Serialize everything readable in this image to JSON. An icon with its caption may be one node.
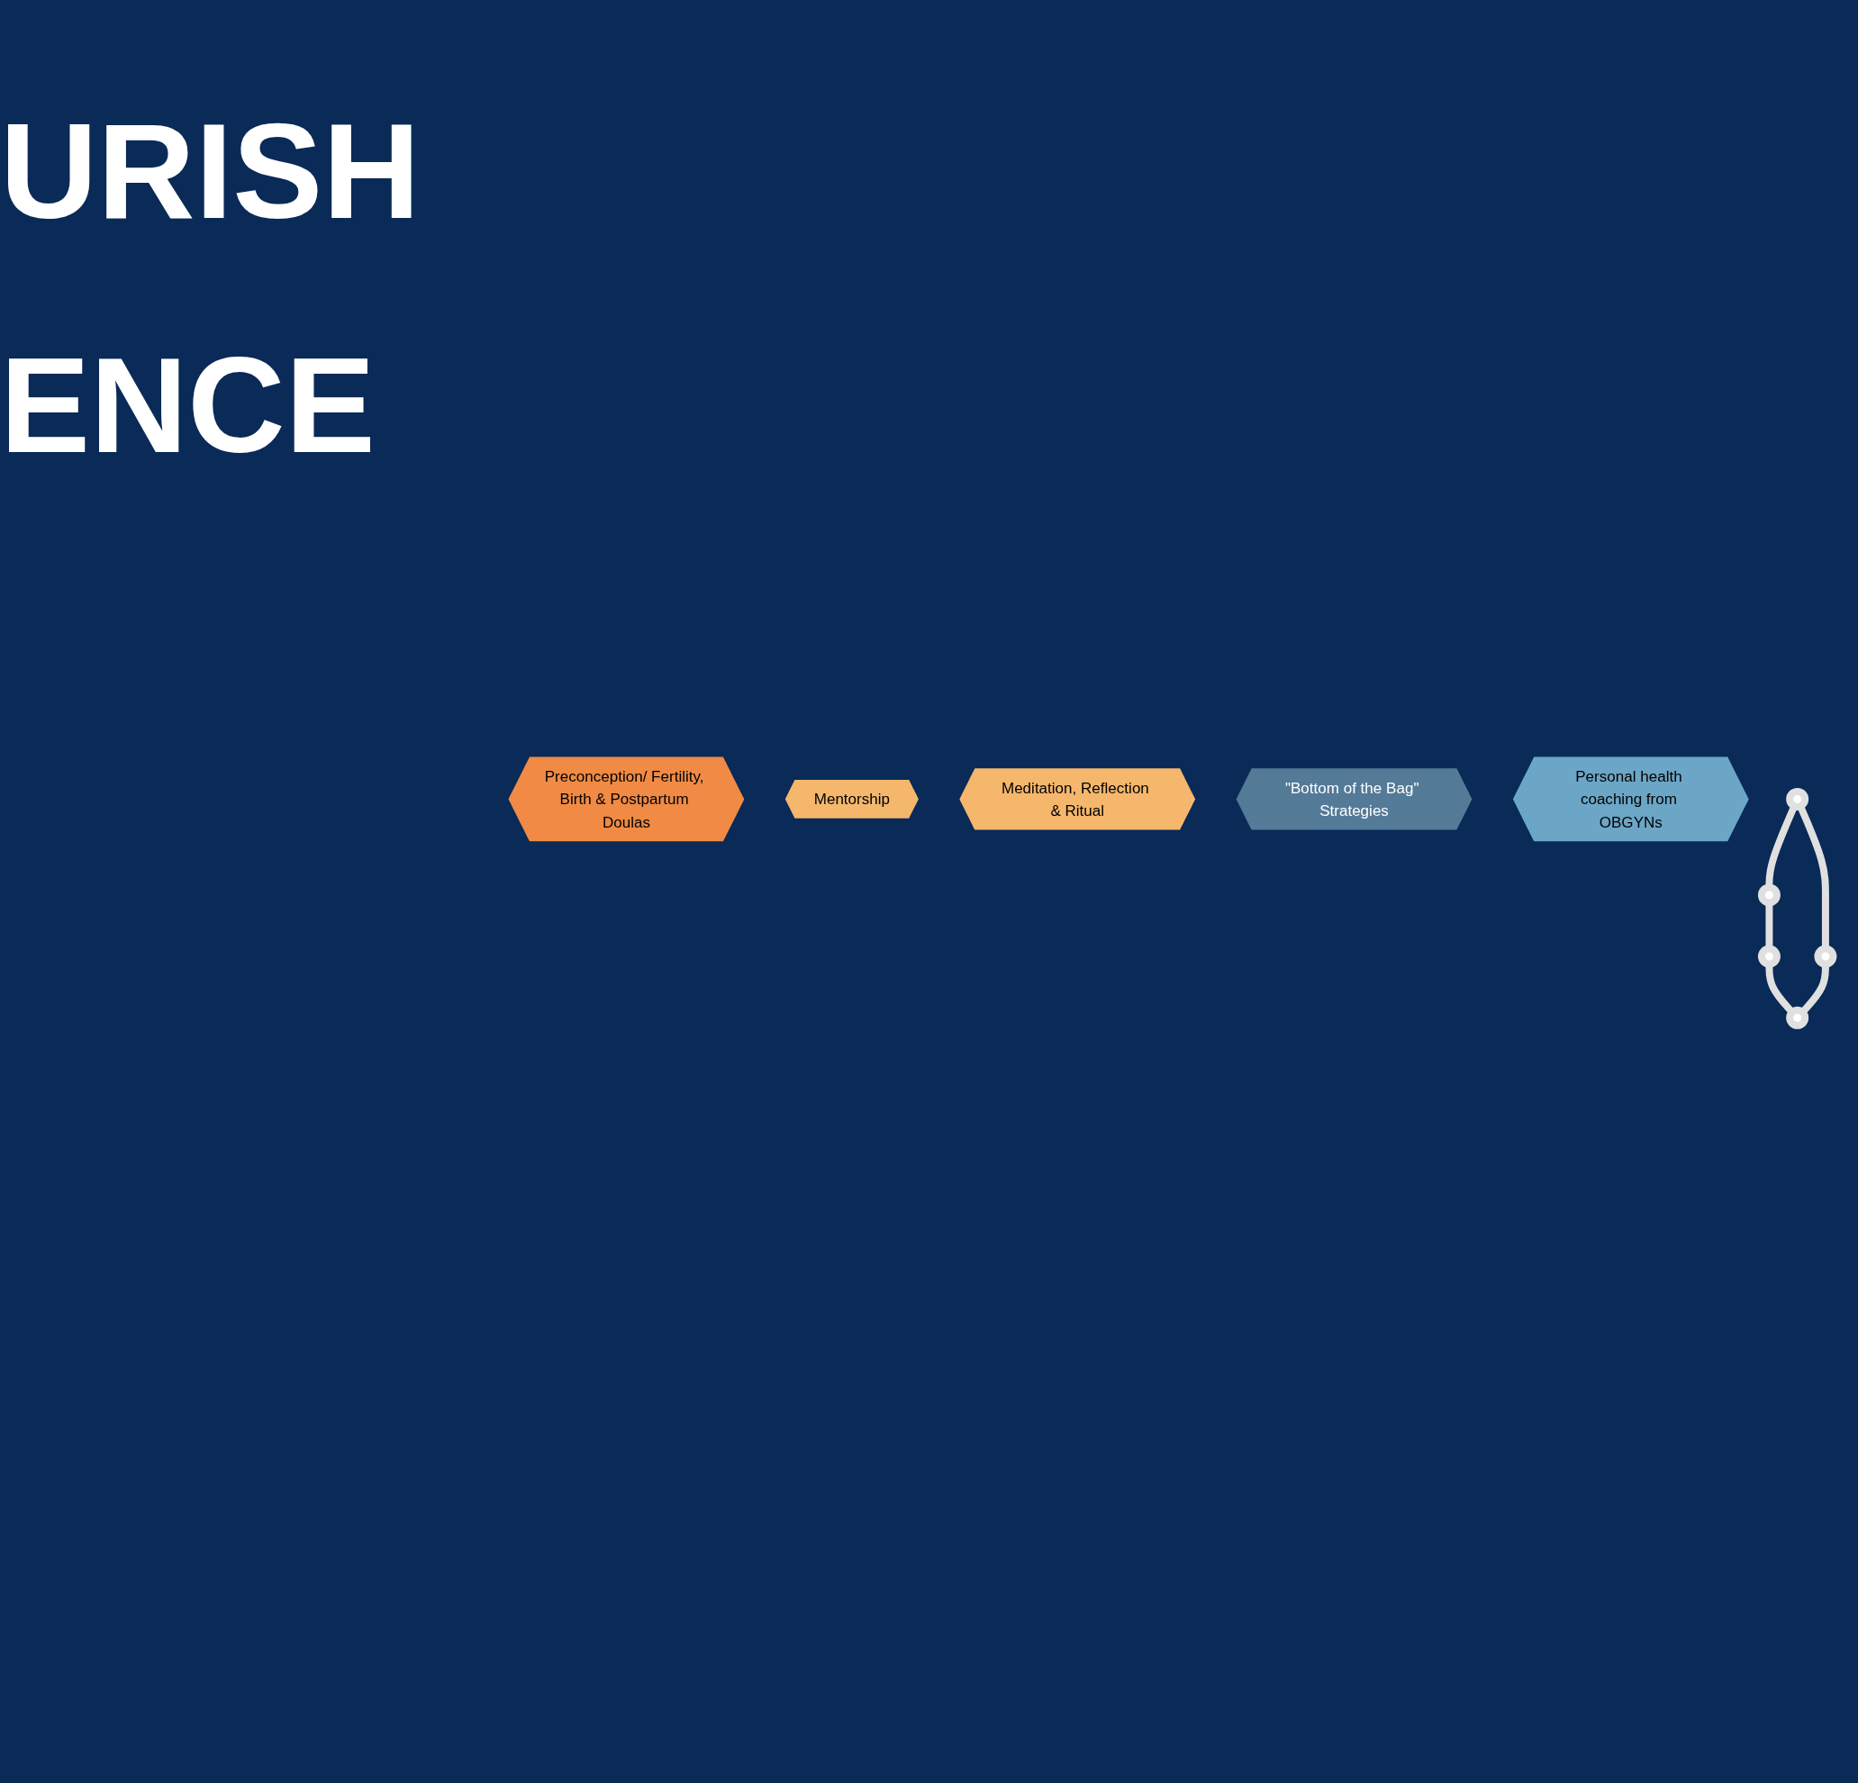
{
  "diagram": {
    "nodes": [
      {
        "text": [
          "Preconception/ Fertility, Birth & Postpartum Doulas"
        ]
      },
      {
        "text": [
          "Mentorship"
        ]
      },
      {
        "text": [
          "Meditation, Reflection & Ritual"
        ]
      },
      {
        "text": [
          "\"Bottom of the Bag\" Strategies"
        ]
      },
      {
        "text": [
          "Personal health coaching from OBGYNs"
        ]
      },
      {
        "text": [],
        "shape": "circle"
      },
      {
        "text": [],
        "shape": "circle"
      },
      {
        "text": [],
        "shape": "circle"
      },
      {
        "text": [],
        "shape": "circle"
      },
      {
        "text": [],
        "shape": "circle"
      }
    ],
    "edges": [
      {
        "from": 5,
        "to": 7,
        "arrow": "none"
      },
      {
        "from": 5,
        "to": 6,
        "arrow": "none"
      },
      {
        "from": 6,
        "to": 8,
        "arrow": "none"
      },
      {
        "from": 8,
        "to": 9,
        "arrow": "none"
      },
      {
        "from": 7,
        "to": 9,
        "arrow": "none"
      }
    ],
    "labels": [
      "URISH",
      "ENCE"
    ]
  }
}
